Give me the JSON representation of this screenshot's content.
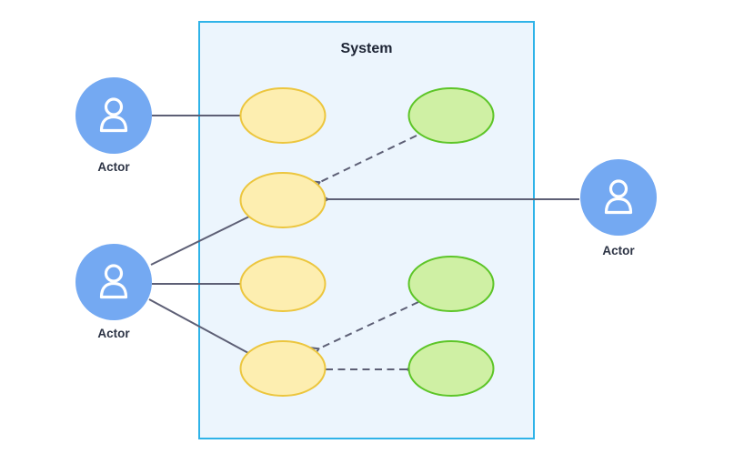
{
  "diagram": {
    "system": {
      "title": "System"
    },
    "actors": [
      {
        "id": "actor-top-left",
        "label": "Actor"
      },
      {
        "id": "actor-bottom-left",
        "label": "Actor"
      },
      {
        "id": "actor-right",
        "label": "Actor"
      }
    ],
    "use_cases": [
      {
        "id": "uc-yellow-1",
        "color": "yellow",
        "label": ""
      },
      {
        "id": "uc-yellow-2",
        "color": "yellow",
        "label": ""
      },
      {
        "id": "uc-yellow-3",
        "color": "yellow",
        "label": ""
      },
      {
        "id": "uc-yellow-4",
        "color": "yellow",
        "label": ""
      },
      {
        "id": "uc-green-1",
        "color": "green",
        "label": ""
      },
      {
        "id": "uc-green-3",
        "color": "green",
        "label": ""
      },
      {
        "id": "uc-green-4",
        "color": "green",
        "label": ""
      }
    ],
    "connections": [
      {
        "from": "actor-top-left",
        "to": "uc-yellow-1",
        "style": "solid",
        "arrow": false
      },
      {
        "from": "actor-bottom-left",
        "to": "uc-yellow-2",
        "style": "solid",
        "arrow": false
      },
      {
        "from": "actor-bottom-left",
        "to": "uc-yellow-3",
        "style": "solid",
        "arrow": false
      },
      {
        "from": "actor-bottom-left",
        "to": "uc-yellow-4",
        "style": "solid",
        "arrow": false
      },
      {
        "from": "actor-right",
        "to": "uc-yellow-2",
        "style": "solid",
        "arrow": true
      },
      {
        "from": "uc-green-1",
        "to": "uc-yellow-2",
        "style": "dashed",
        "arrow": true
      },
      {
        "from": "uc-green-3",
        "to": "uc-yellow-4",
        "style": "dashed",
        "arrow": true
      },
      {
        "from": "uc-yellow-4",
        "to": "uc-green-4",
        "style": "dashed",
        "arrow": true
      }
    ]
  },
  "colors": {
    "canvas_bg": "#ffffff",
    "system_fill": "#ecf5fd",
    "system_border": "#2fb3e8",
    "yellow_fill": "#fdeeb0",
    "yellow_border": "#ecc63e",
    "green_fill": "#cff0a4",
    "green_border": "#5dc528",
    "actor_fill": "#74a9f2",
    "actor_icon": "#ffffff",
    "line": "#5d5f75",
    "title_text": "#1d2434",
    "label_text": "#2d3445"
  }
}
